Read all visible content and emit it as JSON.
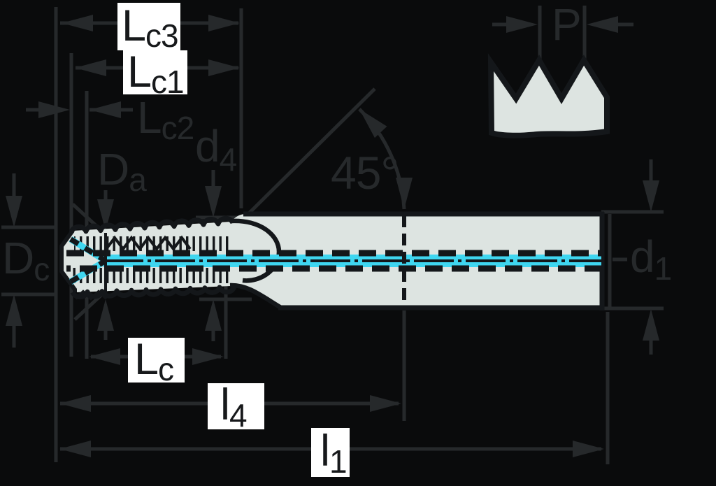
{
  "drawing": {
    "type": "technical-drawing",
    "subject": "thread-tap-dimension-diagram",
    "colors": {
      "background": "#0a0b0c",
      "dimension_lines": "#26292b",
      "tool_fill": "#dde4e1",
      "tool_outline": "#14171a",
      "centerline_cyan": "#3fd6f0",
      "label_box": "#ffffff",
      "label_text": "#17191b"
    },
    "labels": {
      "lc3": {
        "main": "L",
        "sub": "c3"
      },
      "lc1": {
        "main": "L",
        "sub": "c1"
      },
      "lc2": {
        "main": "L",
        "sub": "c2"
      },
      "da": {
        "main": "D",
        "sub": "a"
      },
      "d4": {
        "main": "d",
        "sub": "4"
      },
      "angle": "45°",
      "pitch": "P",
      "dc": {
        "main": "D",
        "sub": "c"
      },
      "d1": {
        "main": "d",
        "sub": "1"
      },
      "lc": {
        "main": "L",
        "sub": "c"
      },
      "l4": {
        "main": "l",
        "sub": "4"
      },
      "l1": {
        "main": "l",
        "sub": "1"
      }
    }
  }
}
